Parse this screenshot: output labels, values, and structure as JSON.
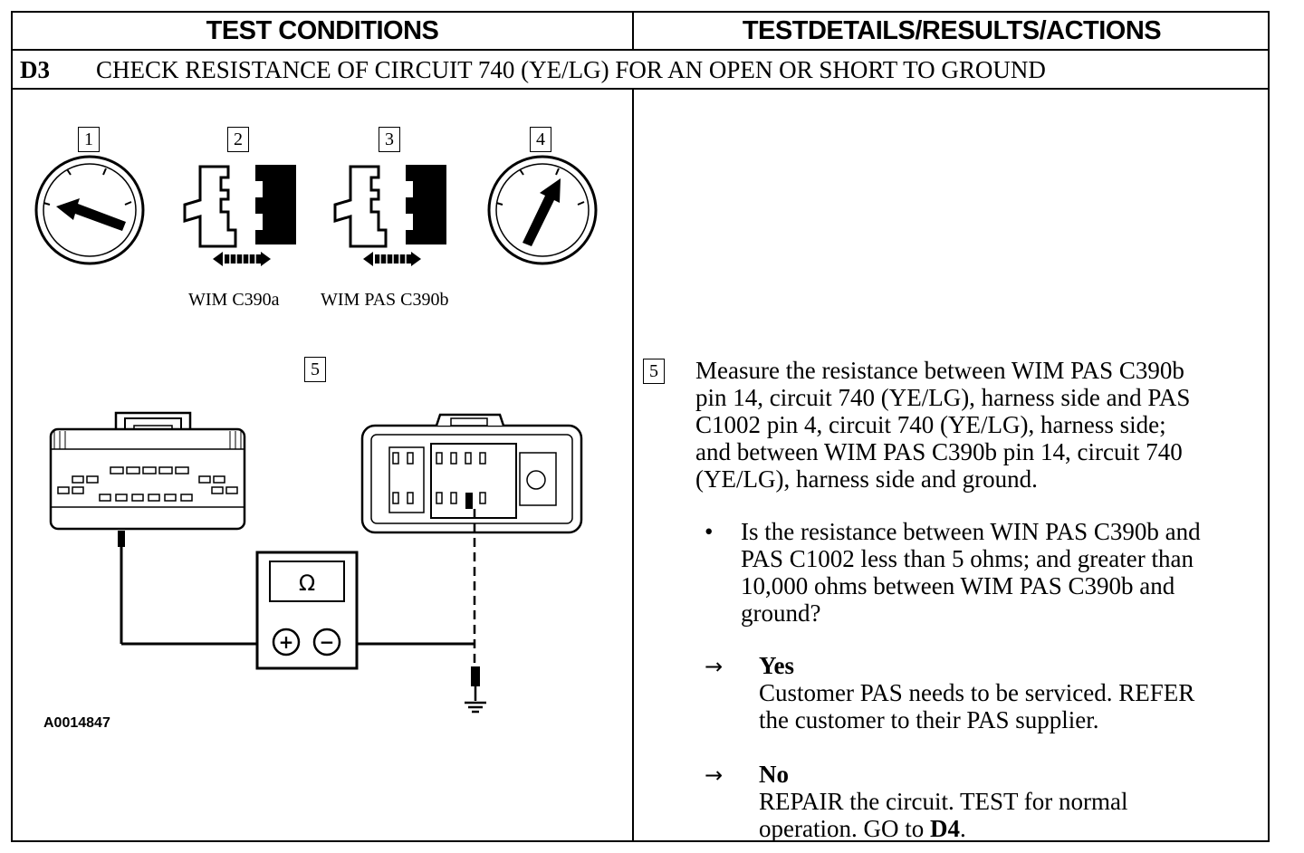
{
  "header": {
    "left": "TEST CONDITIONS",
    "right": "TESTDETAILS/RESULTS/ACTIONS"
  },
  "step": {
    "id": "D3",
    "title": "CHECK RESISTANCE OF CIRCUIT 740 (YE/LG) FOR AN OPEN OR SHORT TO GROUND"
  },
  "diagram": {
    "callouts": [
      "1",
      "2",
      "3",
      "4",
      "5"
    ],
    "connector_a_label": "WIM C390a",
    "connector_b_label": "WIM PAS C390b",
    "meter_symbol": "Ω",
    "meter_plus": "+",
    "meter_minus": "−",
    "figure_id": "A0014847",
    "icons": [
      "ignition-switch-off-icon",
      "connector-disconnect-icon",
      "ignition-switch-on-icon",
      "ohmmeter-icon",
      "ground-icon"
    ]
  },
  "details": {
    "step_number": "5",
    "instruction": "Measure the resistance between WIM PAS C390b pin 14, circuit 740 (YE/LG), harness side and PAS C1002 pin 4, circuit 740 (YE/LG), harness side; and between WIM PAS C390b pin 14, circuit 740 (YE/LG), harness side and ground.",
    "instruction_lines": [
      "Measure the resistance between WIM PAS C390b",
      "pin 14, circuit 740 (YE/LG), harness side and PAS",
      "C1002 pin 4, circuit 740 (YE/LG), harness side;",
      "and between WIM PAS C390b pin 14, circuit 740",
      "(YE/LG), harness side and ground."
    ],
    "bullet": "•",
    "question_lines": [
      "Is the resistance between WIN PAS C390b and",
      "PAS C1002 less than 5 ohms; and greater than",
      "10,000 ohms between WIM PAS C390b and",
      "ground?"
    ],
    "arrow": "→",
    "yes": {
      "label": "Yes",
      "lines": [
        "Customer PAS needs to be serviced. REFER",
        "the customer to their PAS supplier."
      ]
    },
    "no": {
      "label": "No",
      "line1": "REPAIR the circuit. TEST for normal",
      "line2_prefix": "operation. GO to ",
      "line2_ref": "D4",
      "line2_suffix": "."
    }
  }
}
